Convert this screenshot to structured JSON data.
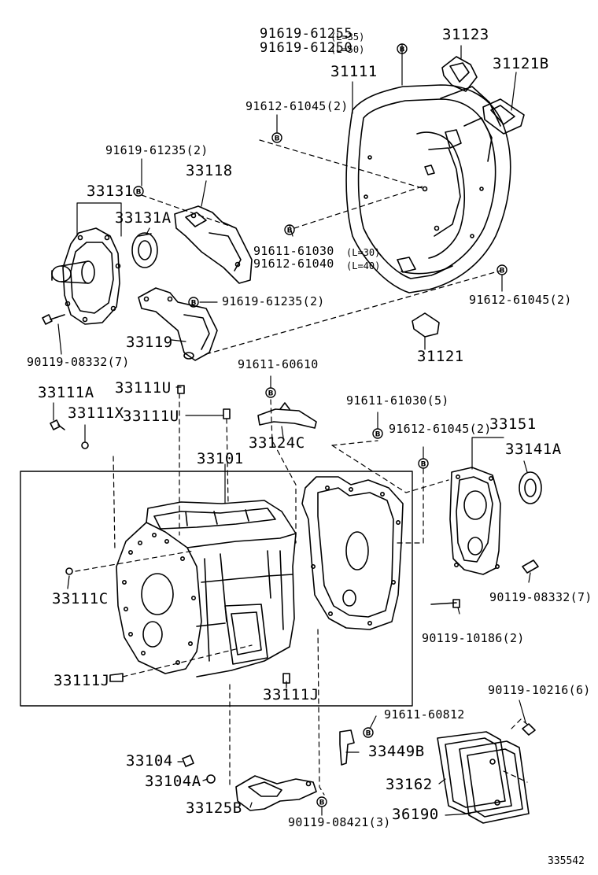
{
  "labels": {
    "l_9161961255": "91619-61255",
    "l_9161961255_q": "(L=35)",
    "l_9161961250": "91619-61250",
    "l_9161961250_q": "(L=50)",
    "l_31123": "31123",
    "l_31121B": "31121B",
    "l_31111": "31111",
    "l_9161261045_top": "91612-61045(2)",
    "l_9161961235_a": "91619-61235(2)",
    "l_33118": "33118",
    "l_33131": "33131",
    "l_33131A": "33131A",
    "l_9161161030_top": "91611-61030",
    "l_9161161030_top_q": "(L=30)",
    "l_9161261040": "91612-61040",
    "l_9161261040_q": "(L=40)",
    "l_9161261045_right": "91612-61045(2)",
    "l_9161961235_b": "91619-61235(2)",
    "l_33119": "33119",
    "l_9011908332_left": "90119-08332(7)",
    "l_31121": "31121",
    "l_9161160610": "91611-60610",
    "l_33111A": "33111A",
    "l_33111U_a": "33111U",
    "l_33111X": "33111X",
    "l_33111U_b": "33111U",
    "l_9161161030_mid": "91611-61030(5)",
    "l_33151": "33151",
    "l_9161261045_mid": "91612-61045(2)",
    "l_33141A": "33141A",
    "l_33124C": "33124C",
    "l_33101": "33101",
    "l_33111C": "33111C",
    "l_9011908332_right": "90119-08332(7)",
    "l_9011910186": "90119-10186(2)",
    "l_33111J_a": "33111J",
    "l_33111J_b": "33111J",
    "l_9011910216": "90119-10216(6)",
    "l_9161160812": "91611-60812",
    "l_33449B": "33449B",
    "l_33104": "33104",
    "l_33162": "33162",
    "l_33104A": "33104A",
    "l_33125B": "33125B",
    "l_36190": "36190",
    "l_9011908421": "90119-08421(3)",
    "l_ref": "335542"
  },
  "markers": {
    "b_letter": "B"
  }
}
